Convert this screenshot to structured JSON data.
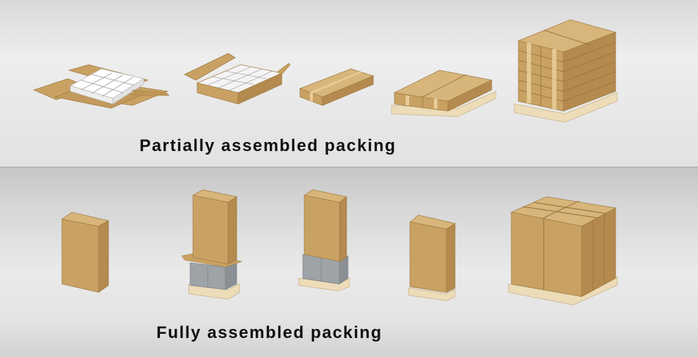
{
  "sections": {
    "partial": {
      "caption": "Partially assembled packing",
      "steps": [
        "open-carton-with-divider-insert",
        "partially-closed-carton-with-dividers",
        "sealed-flat-carton",
        "cartons-on-pallet-single-layer",
        "stacked-cartons-on-pallet"
      ]
    },
    "full": {
      "caption": "Fully assembled packing",
      "steps": [
        "tall-carton",
        "carton-lowered-over-cabinet-on-pallet",
        "carton-over-cabinet-on-pallet",
        "packed-cabinet-on-pallet",
        "multiple-cabinets-on-pallet"
      ]
    }
  },
  "colors": {
    "cardboard_front": "#c9a263",
    "cardboard_side": "#b48a4f",
    "cardboard_top": "#d8b57a",
    "tape": "#e7cc98",
    "pallet": "#ecdcb8",
    "cabinet": "#9ea3a8",
    "divider_insert": "#ffffff",
    "text": "#111111"
  }
}
